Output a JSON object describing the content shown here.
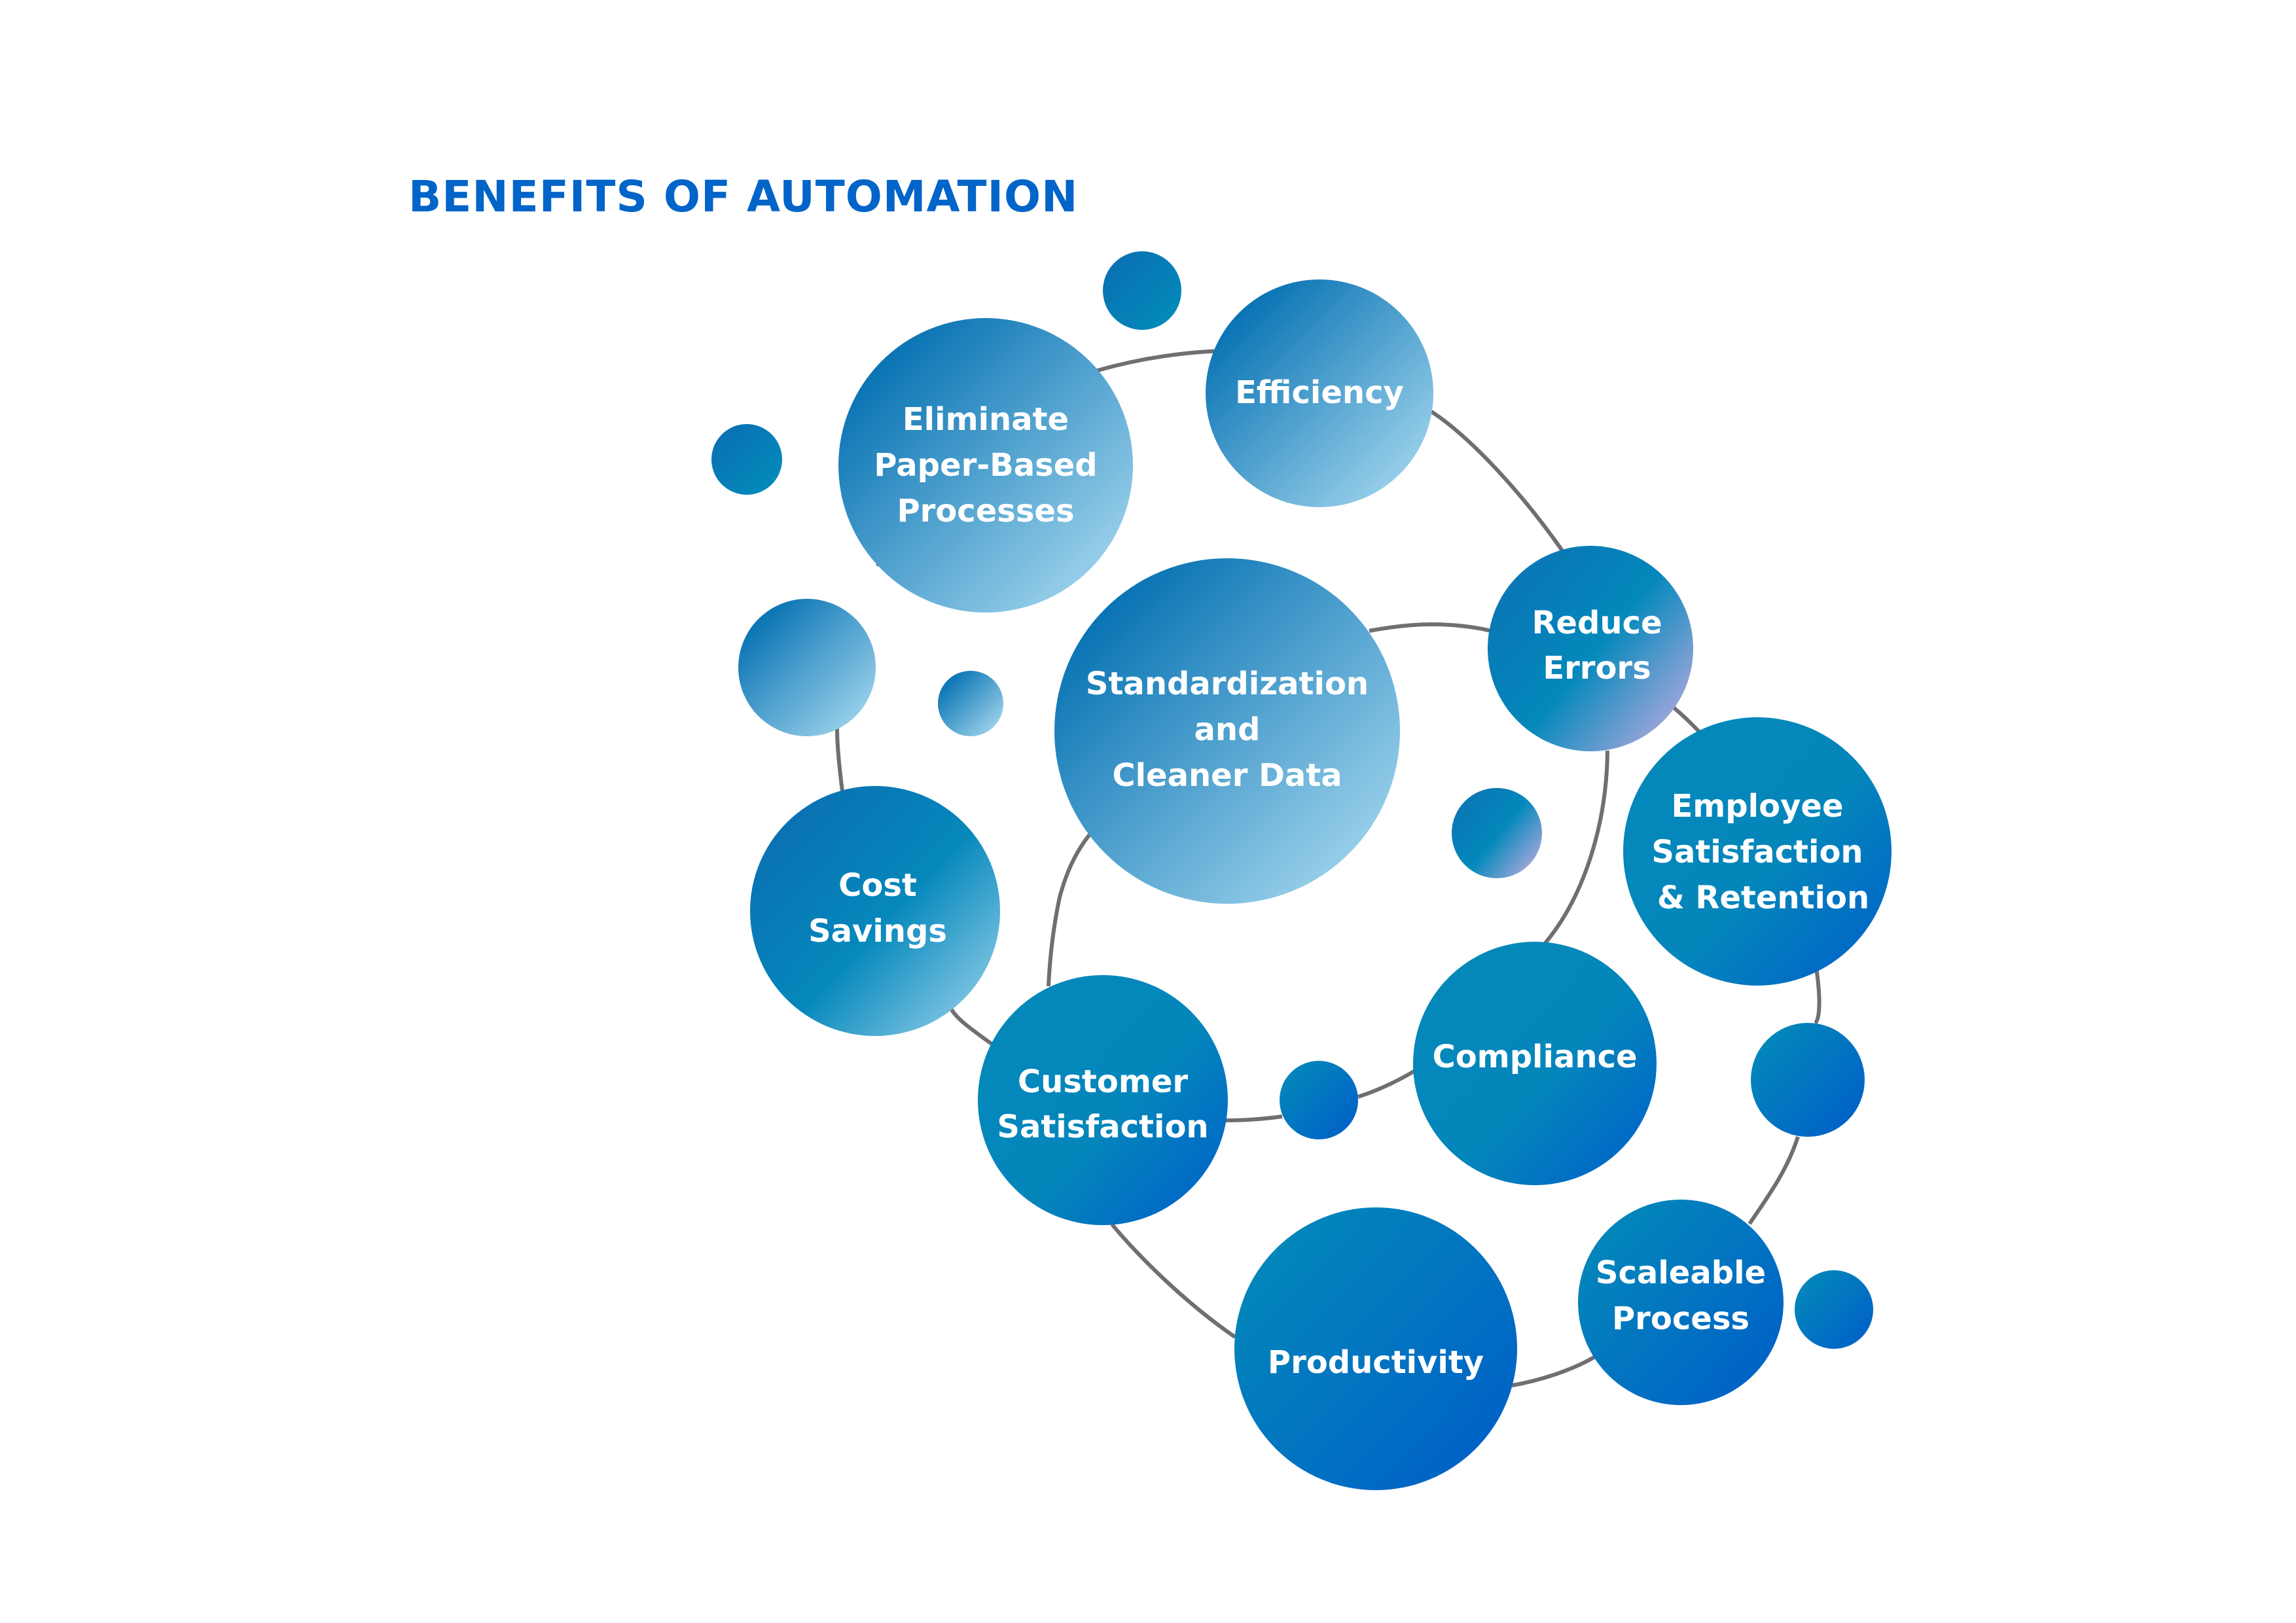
{
  "title": "BENEFITS OF AUTOMATION",
  "colors": {
    "title": "#0064c8",
    "connector": "#6e6e73",
    "light_gradient": [
      "#0a74b4",
      "#9ed3ec"
    ],
    "deep_gradient": [
      "#0487ba",
      "#0062c8"
    ],
    "lavender_accent": "#a6a8dc"
  },
  "nodes": [
    {
      "id": "eliminate",
      "lines": [
        "Eliminate",
        "Paper-Based",
        "Processes"
      ]
    },
    {
      "id": "efficiency",
      "lines": [
        "Efficiency"
      ]
    },
    {
      "id": "standardization",
      "lines": [
        "Standardization",
        "and",
        "Cleaner Data"
      ]
    },
    {
      "id": "reduce-errors",
      "lines": [
        "Reduce",
        "Errors"
      ]
    },
    {
      "id": "employee",
      "lines": [
        "Employee",
        "Satisfaction",
        "& Retention"
      ]
    },
    {
      "id": "cost-savings",
      "lines": [
        "Cost",
        "Savings"
      ]
    },
    {
      "id": "customer",
      "lines": [
        "Customer",
        "Satisfaction"
      ]
    },
    {
      "id": "compliance",
      "lines": [
        "Compliance"
      ]
    },
    {
      "id": "productivity",
      "lines": [
        "Productivity"
      ]
    },
    {
      "id": "scaleable",
      "lines": [
        "Scaleable",
        "Process"
      ]
    }
  ]
}
